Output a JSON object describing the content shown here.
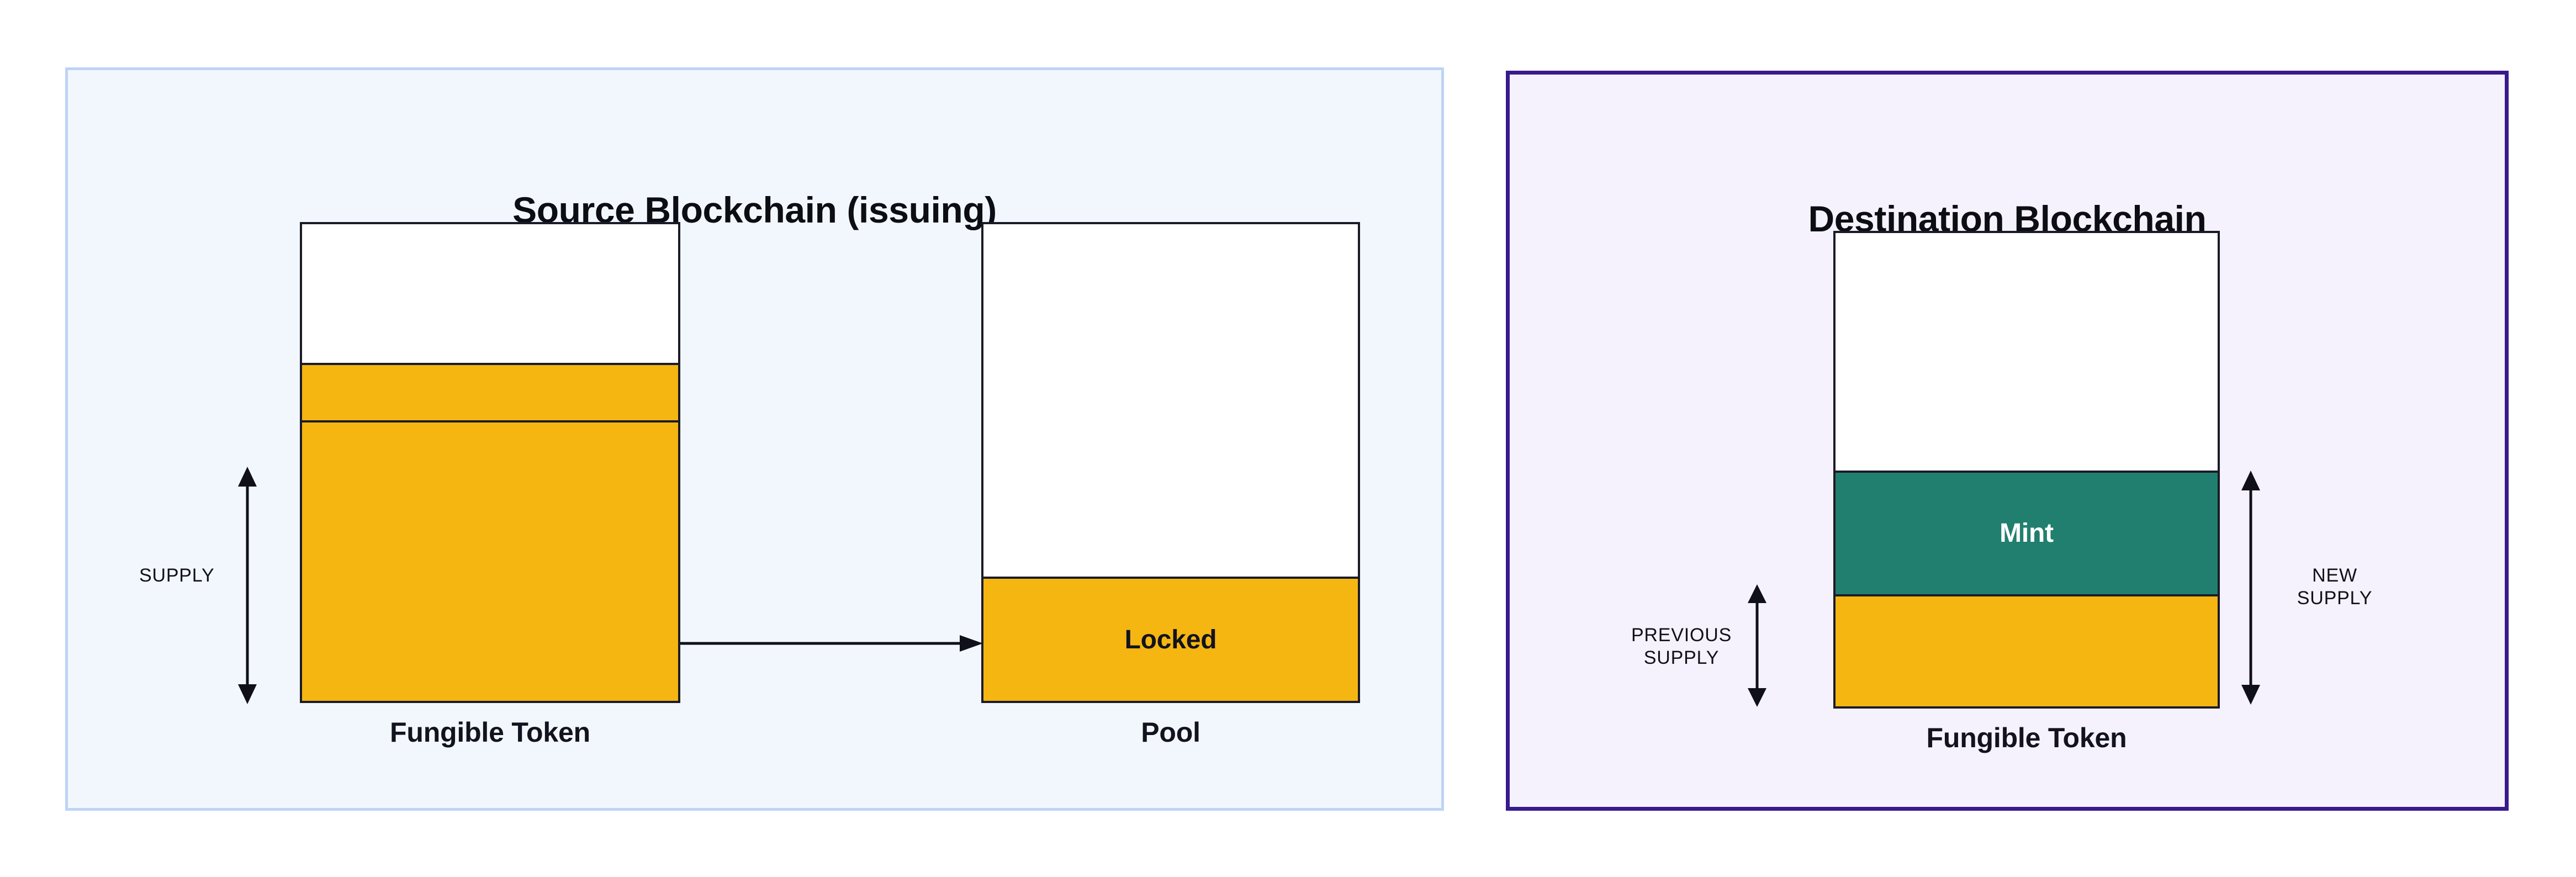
{
  "diagram": {
    "title_implicit": "Lock-and-mint token bridge",
    "colors": {
      "source_panel_bg": "#f2f7fe",
      "source_panel_border": "#bed4f5",
      "destination_panel_bg": "#f5f2fd",
      "destination_panel_border": "#391a8c",
      "token_orange": "#f5b612",
      "mint_green": "#217f6f",
      "stroke": "#1b1b28",
      "text_dark": "#13131f",
      "text_light": "#ffffff"
    },
    "panels": [
      {
        "id": "source",
        "title": "Source Blockchain (issuing)",
        "bars": [
          {
            "id": "source-token",
            "caption": "Fungible Token",
            "segments": [
              {
                "label": "",
                "fill": "white",
                "value": 29
              },
              {
                "label": "",
                "fill": "orange",
                "value": 12
              },
              {
                "label": "",
                "fill": "orange",
                "value": 59
              }
            ]
          },
          {
            "id": "pool",
            "caption": "Pool",
            "segments": [
              {
                "label": "",
                "fill": "white",
                "value": 74
              },
              {
                "label": "Locked",
                "fill": "orange",
                "value": 26
              }
            ]
          }
        ],
        "measures": [
          {
            "id": "supply",
            "label": "SUPPLY"
          }
        ],
        "arrows": [
          {
            "id": "transfer",
            "from": "source-token",
            "to": "pool",
            "label": ""
          }
        ]
      },
      {
        "id": "destination",
        "title": "Destination Blockchain",
        "bars": [
          {
            "id": "dest-token",
            "caption": "Fungible Token",
            "segments": [
              {
                "label": "",
                "fill": "white",
                "value": 50
              },
              {
                "label": "Mint",
                "fill": "green",
                "value": 26
              },
              {
                "label": "",
                "fill": "orange",
                "value": 24
              }
            ]
          }
        ],
        "measures": [
          {
            "id": "previous-supply",
            "label": "PREVIOUS\nSUPPLY"
          },
          {
            "id": "new-supply",
            "label": "NEW\nSUPPLY"
          }
        ]
      }
    ]
  }
}
